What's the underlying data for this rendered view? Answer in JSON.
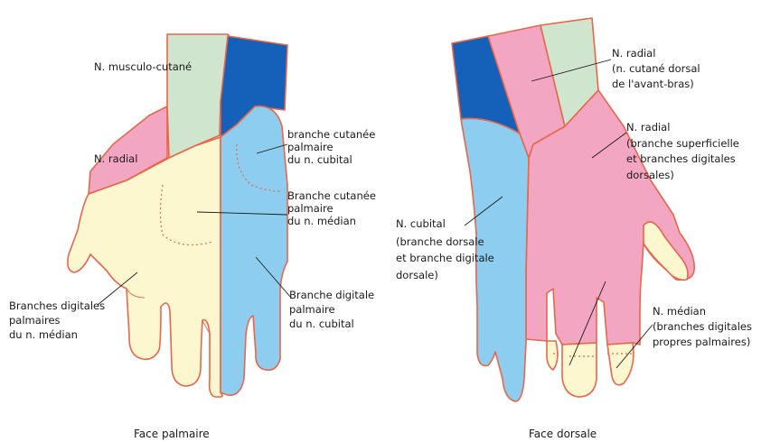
{
  "colors": {
    "median": "#fdf7d0",
    "ulnar": "#8ccdf0",
    "radial": "#f3a6c2",
    "musculocutaneous": "#cfe5cd",
    "ulnar_dark": "#1560b8",
    "outline": "#e8664a"
  },
  "palmar": {
    "caption": "Face palmaire",
    "labels": {
      "musculo": "N. musculo-cutané",
      "radial": "N. radial",
      "cub_palm": [
        "branche cutanée",
        "palmaire",
        "du n. cubital"
      ],
      "med_palm": [
        "Branche cutanée",
        "palmaire",
        "du n. médian"
      ],
      "med_dig": [
        "Branches digitales",
        "palmaires",
        "du n. médian"
      ],
      "cub_dig": [
        "Branche digitale",
        "palmaire",
        "du n. cubital"
      ]
    }
  },
  "dorsal": {
    "caption": "Face dorsale",
    "labels": {
      "radial_fore": [
        "N. radial",
        "(n. cutané dorsal",
        "de l'avant-bras)"
      ],
      "radial_sup": [
        "N. radial",
        "(branche superficielle",
        "et branches digitales",
        "dorsales)"
      ],
      "cubital": [
        "N. cubital",
        "(branche dorsale",
        "et branche digitale",
        "dorsale)"
      ],
      "median": [
        "N. médian",
        "(branches digitales",
        "propres palmaires)"
      ]
    }
  }
}
